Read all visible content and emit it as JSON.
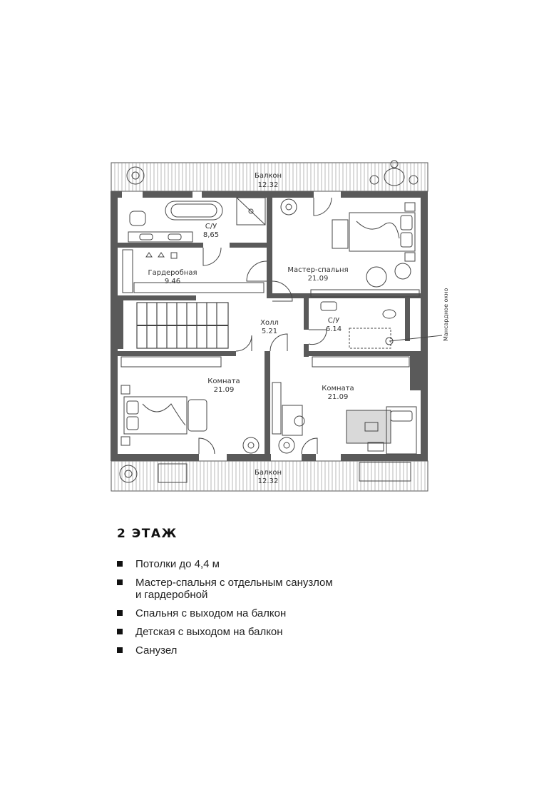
{
  "plan": {
    "rooms": [
      {
        "id": "balcony-top",
        "name": "Балкон",
        "area": "12.32"
      },
      {
        "id": "bath-1",
        "name": "С/У",
        "area": "8,65"
      },
      {
        "id": "master-bedroom",
        "name": "Мастер-спальня",
        "area": "21.09"
      },
      {
        "id": "wardrobe",
        "name": "Гардеробная",
        "area": "9.46"
      },
      {
        "id": "hall",
        "name": "Холл",
        "area": "5.21"
      },
      {
        "id": "bath-2",
        "name": "С/У",
        "area": "6.14"
      },
      {
        "id": "room-left",
        "name": "Комната",
        "area": "21.09"
      },
      {
        "id": "room-right",
        "name": "Комната",
        "area": "21.09"
      },
      {
        "id": "balcony-bottom",
        "name": "Балкон",
        "area": "12.32"
      }
    ],
    "window_label": "Мансардное окно",
    "colors": {
      "wall": "#5a5a5a",
      "line": "#444444",
      "rug": "#d9d9d9"
    }
  },
  "info": {
    "title": "2 ЭТАЖ",
    "features": [
      [
        "Потолки до 4,4 м"
      ],
      [
        "Мастер-спальня с отдельным санузлом",
        "и гардеробной"
      ],
      [
        "Спальня с выходом на балкон"
      ],
      [
        "Детская с выходом на балкон"
      ],
      [
        "Санузел"
      ]
    ]
  }
}
